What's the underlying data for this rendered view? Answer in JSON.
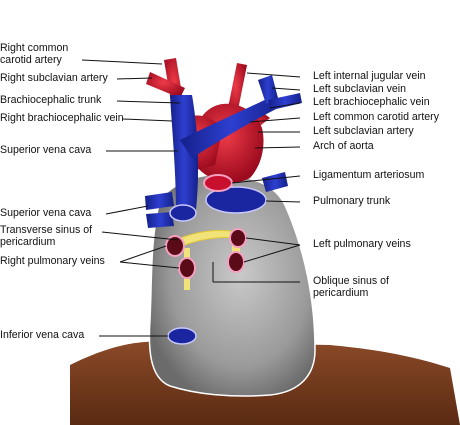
{
  "labels_left": {
    "right_common_carotid_line1": "Right common",
    "right_common_carotid_line2": "carotid artery",
    "right_subclavian_artery": "Right subclavian artery",
    "brachiocephalic_trunk": "Brachiocephalic trunk",
    "right_brachiocephalic_vein": "Right brachiocephalic vein",
    "superior_vena_cava_top": "Superior vena cava",
    "superior_vena_cava_bottom": "Superior vena cava",
    "transverse_sinus_line1": "Transverse sinus of",
    "transverse_sinus_line2": "pericardium",
    "right_pulmonary_veins": "Right pulmonary veins",
    "inferior_vena_cava": "Inferior vena cava"
  },
  "labels_right": {
    "left_internal_jugular_vein": "Left internal jugular vein",
    "left_subclavian_vein": "Left subclavian vein",
    "left_brachiocephalic_vein": "Left brachiocephalic vein",
    "left_common_carotid_artery": "Left common carotid artery",
    "left_subclavian_artery": "Left subclavian artery",
    "arch_of_aorta": "Arch of aorta",
    "ligamentum_arteriosum": "Ligamentum arteriosum",
    "pulmonary_trunk": "Pulmonary trunk",
    "left_pulmonary_veins": "Left pulmonary veins",
    "oblique_sinus_line1": "Oblique sinus of",
    "oblique_sinus_line2": "pericardium"
  },
  "colors": {
    "artery": "#c8102e",
    "vein": "#1f2ea8",
    "pericardium": "#a3a3a3",
    "sinus": "#f2e27a",
    "diaphragm": "#7a3b1f"
  }
}
